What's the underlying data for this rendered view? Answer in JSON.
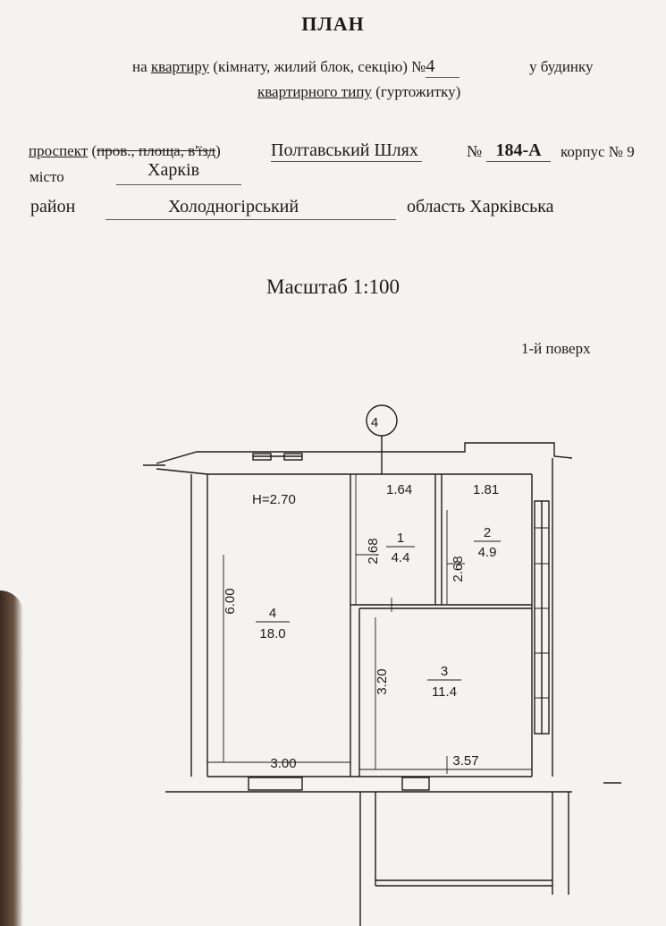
{
  "doc": {
    "title": "ПЛАН",
    "line1_pre": "на ",
    "line1_u": "квартиру",
    "line1_mid": " (кімнату, жилий блок, секцію) №",
    "flat_number": "4",
    "line1_end": "у будинку",
    "line2_u": "квартирного типу",
    "line2_rest": " (гуртожитку)",
    "street_type": "проспект",
    "street_paren_open": " (",
    "street_strike": "пров., площа, в'їзд",
    "street_paren_close": ")",
    "street_name": "Полтавський Шлях",
    "num_label": "№",
    "house_number": "184-А",
    "building_label": "корпус № 9",
    "city_label": "місто",
    "city": "Харків",
    "district_label": "район",
    "district": "Холодногірський",
    "region_label": "область",
    "region": "Харківська",
    "scale": "Масштаб 1:100",
    "floor": "1-й поверх"
  },
  "plan": {
    "axis_label": "4",
    "height_label": "H=2.70",
    "rooms": [
      {
        "id": "1",
        "area": "4.4"
      },
      {
        "id": "2",
        "area": "4.9"
      },
      {
        "id": "3",
        "area": "11.4"
      },
      {
        "id": "4",
        "area": "18.0"
      }
    ],
    "dimensions": {
      "room1_width": "1.64",
      "room1_depth": "2.68",
      "room2_width": "1.81",
      "room2_depth": "2.68",
      "room4_depth": "6.00",
      "room4_width": "3.00",
      "room3_depth": "3.20",
      "room3_width": "3.57"
    }
  }
}
